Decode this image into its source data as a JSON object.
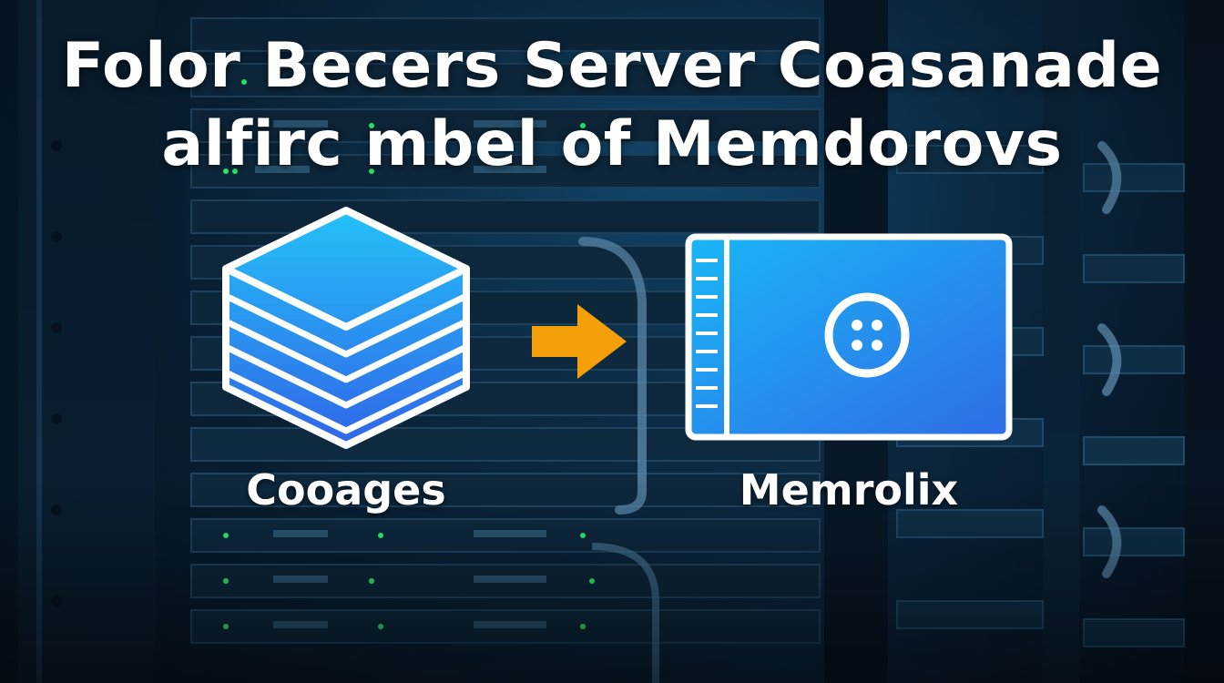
{
  "headline": {
    "line1": "Folor Becers Server Coasanade",
    "line2": "alfirc mbel of Memdorovs"
  },
  "labels": {
    "left": "Cooages",
    "right": "Memrolix"
  },
  "icons": {
    "left": "layered-stack-icon",
    "arrow": "arrow-right-icon",
    "right": "memory-module-icon",
    "chip": "round-chip-icon"
  },
  "colors": {
    "background": "#04101c",
    "icon_blue_light": "#22b8f6",
    "icon_blue_dark": "#2f6de6",
    "arrow_orange": "#f5a00b",
    "text": "#ffffff"
  }
}
